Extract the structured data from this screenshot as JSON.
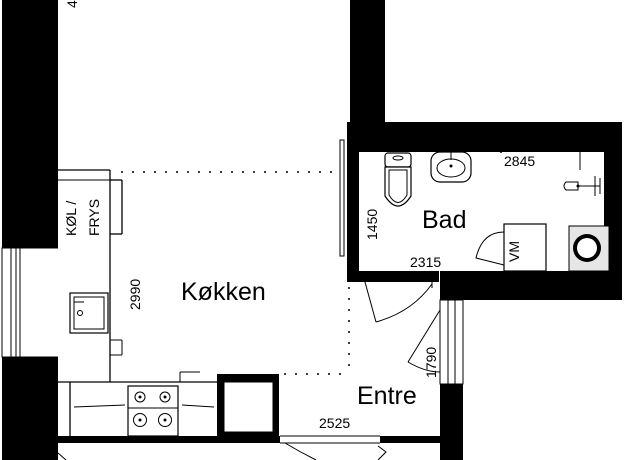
{
  "rooms": {
    "kitchen": "Køkken",
    "bath": "Bad",
    "entry": "Entre"
  },
  "dimensions": {
    "top_cut": "4",
    "kitchen_depth": "2990",
    "bath_width": "2845",
    "bath_depth": "1450",
    "bath_inner": "2315",
    "entry_depth": "1790",
    "entry_width": "2525"
  },
  "fixtures": {
    "fridge_line1": "KØL /",
    "fridge_line2": "FRYS",
    "washer": "VM"
  }
}
